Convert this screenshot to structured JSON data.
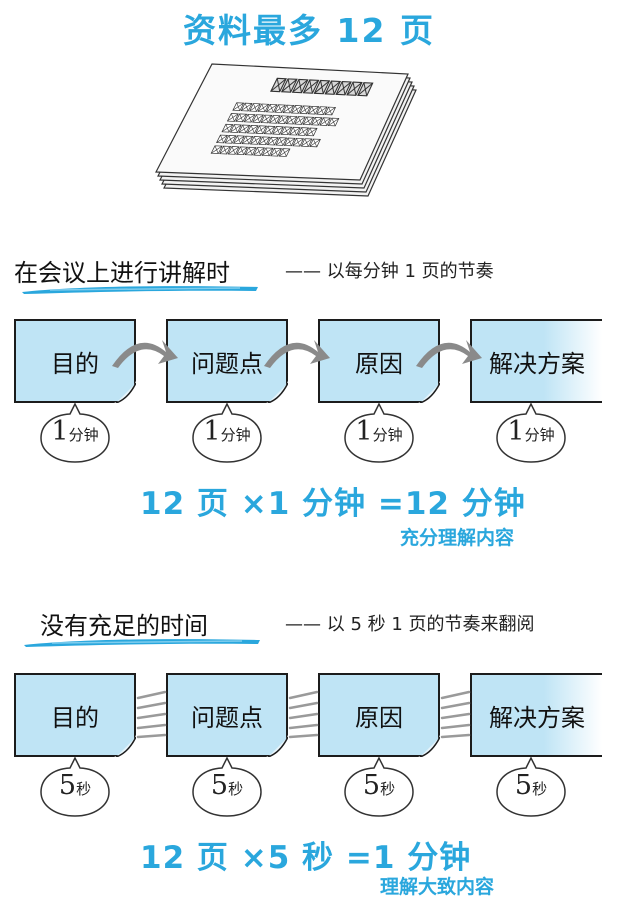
{
  "title": "资料最多 12 页",
  "colors": {
    "accent": "#2aa7dd",
    "card_fill": "#bfe4f5",
    "outline": "#1c1c1c"
  },
  "sections": [
    {
      "heading": "在会议上进行讲解时",
      "note": "—— 以每分钟 1 页的节奏",
      "steps": [
        {
          "label": "目的",
          "time_value": "1",
          "time_unit": "分钟"
        },
        {
          "label": "问题点",
          "time_value": "1",
          "time_unit": "分钟"
        },
        {
          "label": "原因",
          "time_value": "1",
          "time_unit": "分钟"
        },
        {
          "label": "解决方案",
          "time_value": "1",
          "time_unit": "分钟"
        }
      ],
      "connector_style": "curved-arrow",
      "formula": "12 页 ×1 分钟 =12 分钟",
      "conclusion": "充分理解内容"
    },
    {
      "heading": "没有充足的时间",
      "note": "—— 以 5 秒 1 页的节奏来翻阅",
      "steps": [
        {
          "label": "目的",
          "time_value": "5",
          "time_unit": "秒"
        },
        {
          "label": "问题点",
          "time_value": "5",
          "time_unit": "秒"
        },
        {
          "label": "原因",
          "time_value": "5",
          "time_unit": "秒"
        },
        {
          "label": "解决方案",
          "time_value": "5",
          "time_unit": "秒"
        }
      ],
      "connector_style": "speed-lines",
      "formula": "12 页 ×5 秒 =1 分钟",
      "conclusion": "理解大致内容"
    }
  ]
}
